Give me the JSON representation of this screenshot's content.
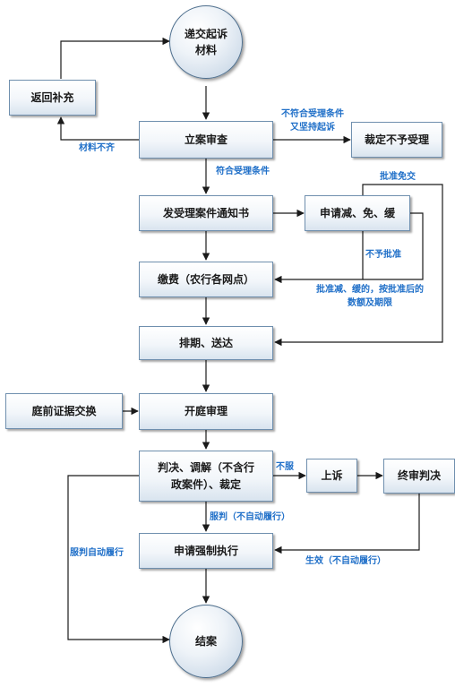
{
  "nodes": {
    "submit": "递交起诉材料",
    "return_supplement": "返回补充",
    "case_review": "立案审查",
    "rejection": "裁定不予受理",
    "acceptance_notice": "发受理案件通知书",
    "apply_reduction": "申请减、免、缓",
    "payment": "缴费（农行各网点）",
    "schedule": "排期、送达",
    "evidence_exchange": "庭前证据交换",
    "trial": "开庭审理",
    "judgment": "判决、调解（不含行政案件）、裁定",
    "appeal": "上诉",
    "final_judgment": "终审判决",
    "enforcement": "申请强制执行",
    "end": "结案"
  },
  "labels": {
    "not_qualified": "不符合受理条件又坚持起诉",
    "materials_incomplete": "材料不齐",
    "qualified": "符合受理条件",
    "approved_exempt": "批准免交",
    "not_approved": "不予批准",
    "approved_reduce": "批准减、缓的，按批准后的数额及期限",
    "disagree": "不服",
    "comply_voluntary": "服判自动履行",
    "comply_not_voluntary": "服判（不自动履行）",
    "effective_not_voluntary": "生效（不自动履行）"
  },
  "colors": {
    "line": "#1a1a1a",
    "label": "#1f6fc8",
    "box_border": "#6f8fae"
  }
}
